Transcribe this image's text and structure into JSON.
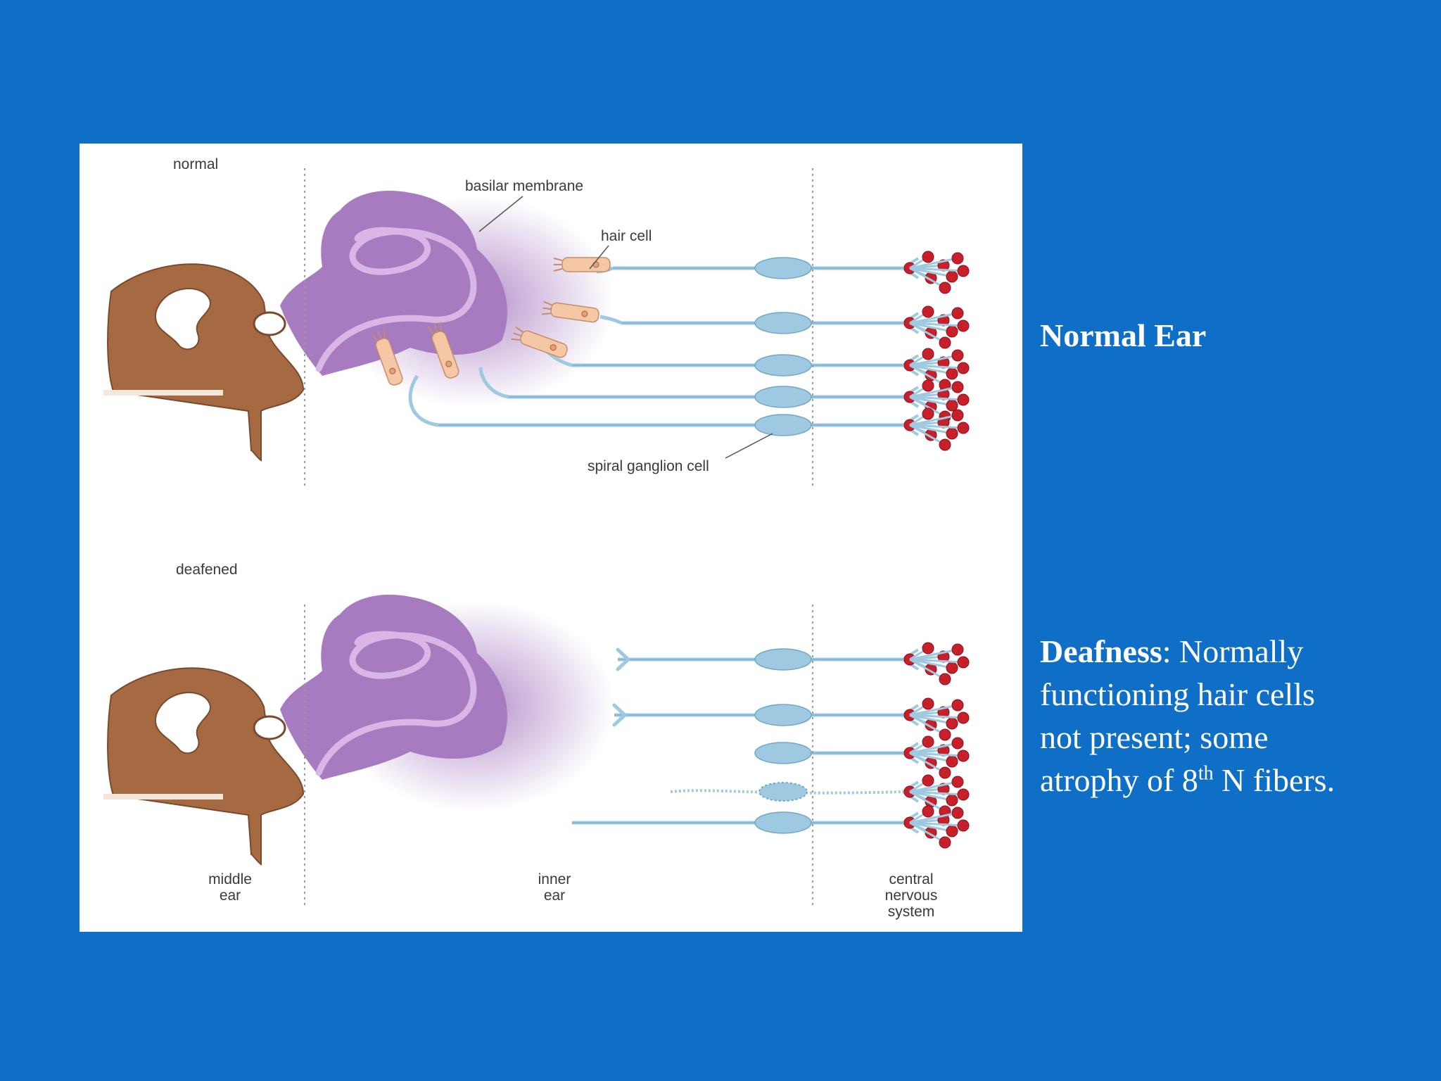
{
  "figure": {
    "panels": [
      {
        "label": "normal",
        "shows_hair_cells": true
      },
      {
        "label": "deafened",
        "shows_hair_cells": false
      }
    ],
    "callouts": {
      "basilar_membrane": "basilar membrane",
      "hair_cell": "hair cell",
      "spiral_ganglion_cell": "spiral ganglion cell"
    },
    "regions": {
      "middle": [
        "middle",
        "ear"
      ],
      "inner": [
        "inner",
        "ear"
      ],
      "cns": [
        "central",
        "nervous",
        "system"
      ]
    },
    "colors": {
      "background": "#0f6fc6",
      "cochlea": "#a77bc0",
      "bone": "#a66a43",
      "neuron": "#9ec9e0",
      "synapse": "#c8202a",
      "hair_cell": "#f6c7a4"
    }
  },
  "side": {
    "normal_heading": "Normal Ear",
    "deafness_term": "Deafness",
    "deafness_line1": ": Normally",
    "deafness_line2": "functioning hair cells",
    "deafness_line3": "not present; some",
    "deafness_line4_pre": "atrophy of 8",
    "deafness_sup": "th",
    "deafness_line4_post": " N fibers."
  }
}
